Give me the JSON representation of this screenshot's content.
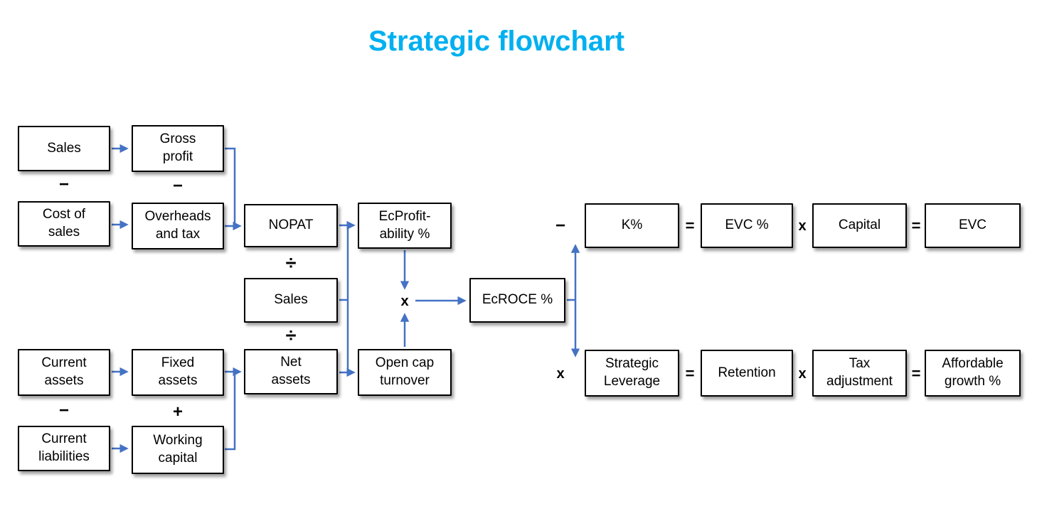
{
  "title": "Strategic flowchart",
  "colors": {
    "title_color": "#00B0F0",
    "arrow": "#4472C4",
    "box_border": "#000000",
    "box_fill": "#FFFFFF",
    "box_text": "#000000"
  },
  "nodes": {
    "sales_top": "Sales",
    "gross_profit": "Gross\nprofit",
    "cost_of_sales": "Cost of\nsales",
    "overheads_and_tax": "Overheads\nand tax",
    "nopat": "NOPAT",
    "ec_profitability": "EcProfit-\nability %",
    "sales_mid": "Sales",
    "net_assets": "Net\nassets",
    "open_cap_turnover": "Open cap\nturnover",
    "ec_roce": "EcROCE %",
    "current_assets": "Current\nassets",
    "fixed_assets": "Fixed\nassets",
    "current_liabilities": "Current\nliabilities",
    "working_capital": "Working\ncapital",
    "k_percent": "K%",
    "evc_percent": "EVC %",
    "capital": "Capital",
    "evc": "EVC",
    "strategic_leverage": "Strategic\nLeverage",
    "retention": "Retention",
    "tax_adjustment": "Tax\nadjustment",
    "affordable_growth": "Affordable\ngrowth %"
  },
  "operators": {
    "minus_sales_cost": "−",
    "minus_gross_overheads": "−",
    "divide_nopat_sales": "÷",
    "divide_sales_netassets": "÷",
    "multiply_ecprofit_opencap": "x",
    "minus_currentassets_liabilities": "−",
    "plus_fixed_working": "+",
    "minus_ecroce_k": "−",
    "equals_k_evcpct": "=",
    "multiply_evcpct_capital": "x",
    "equals_capital_evc": "=",
    "multiply_ecroce_leverage": "x",
    "equals_leverage_retention": "=",
    "multiply_retention_tax": "x",
    "equals_tax_growth": "="
  }
}
